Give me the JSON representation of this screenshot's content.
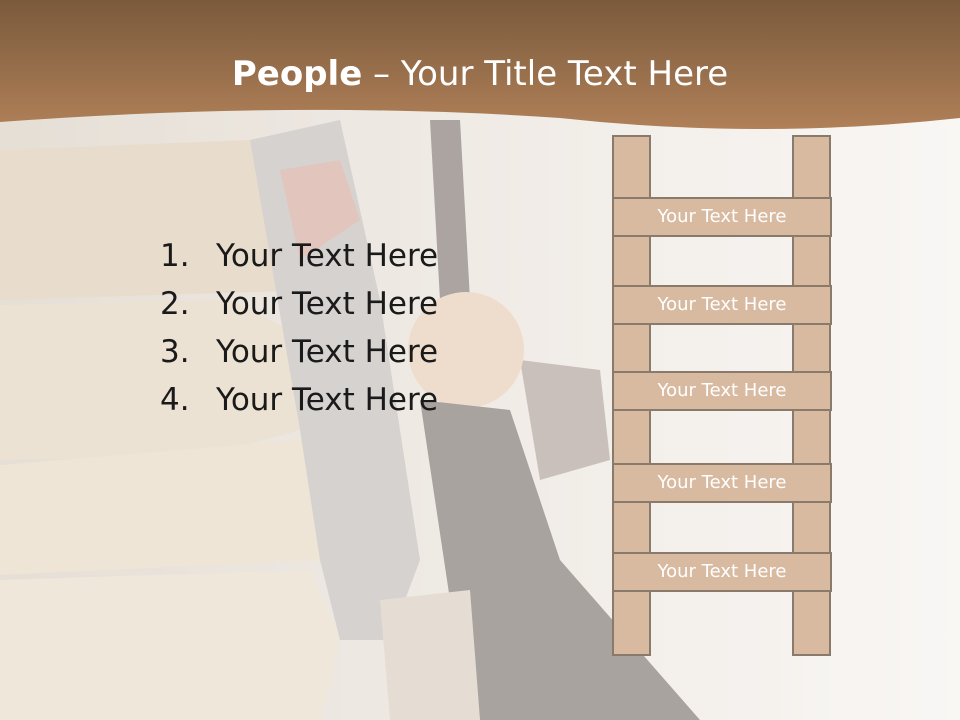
{
  "slide": {
    "title_bold": "People",
    "title_rest": " – Your Title Text Here",
    "list_items": [
      {
        "number": "1.",
        "text": "Your Text Here"
      },
      {
        "number": "2.",
        "text": "Your Text Here"
      },
      {
        "number": "3.",
        "text": "Your Text Here"
      },
      {
        "number": "4.",
        "text": "Your Text Here"
      }
    ],
    "ladder_rungs": [
      "Your Text Here",
      "Your Text Here",
      "Your Text Here",
      "Your Text Here",
      "Your Text Here"
    ]
  },
  "colors": {
    "banner_top": "#7a5a3c",
    "banner_bottom": "#b08058",
    "ladder_fill": "#d8baa0",
    "ladder_stroke": "#8a7a6b"
  }
}
